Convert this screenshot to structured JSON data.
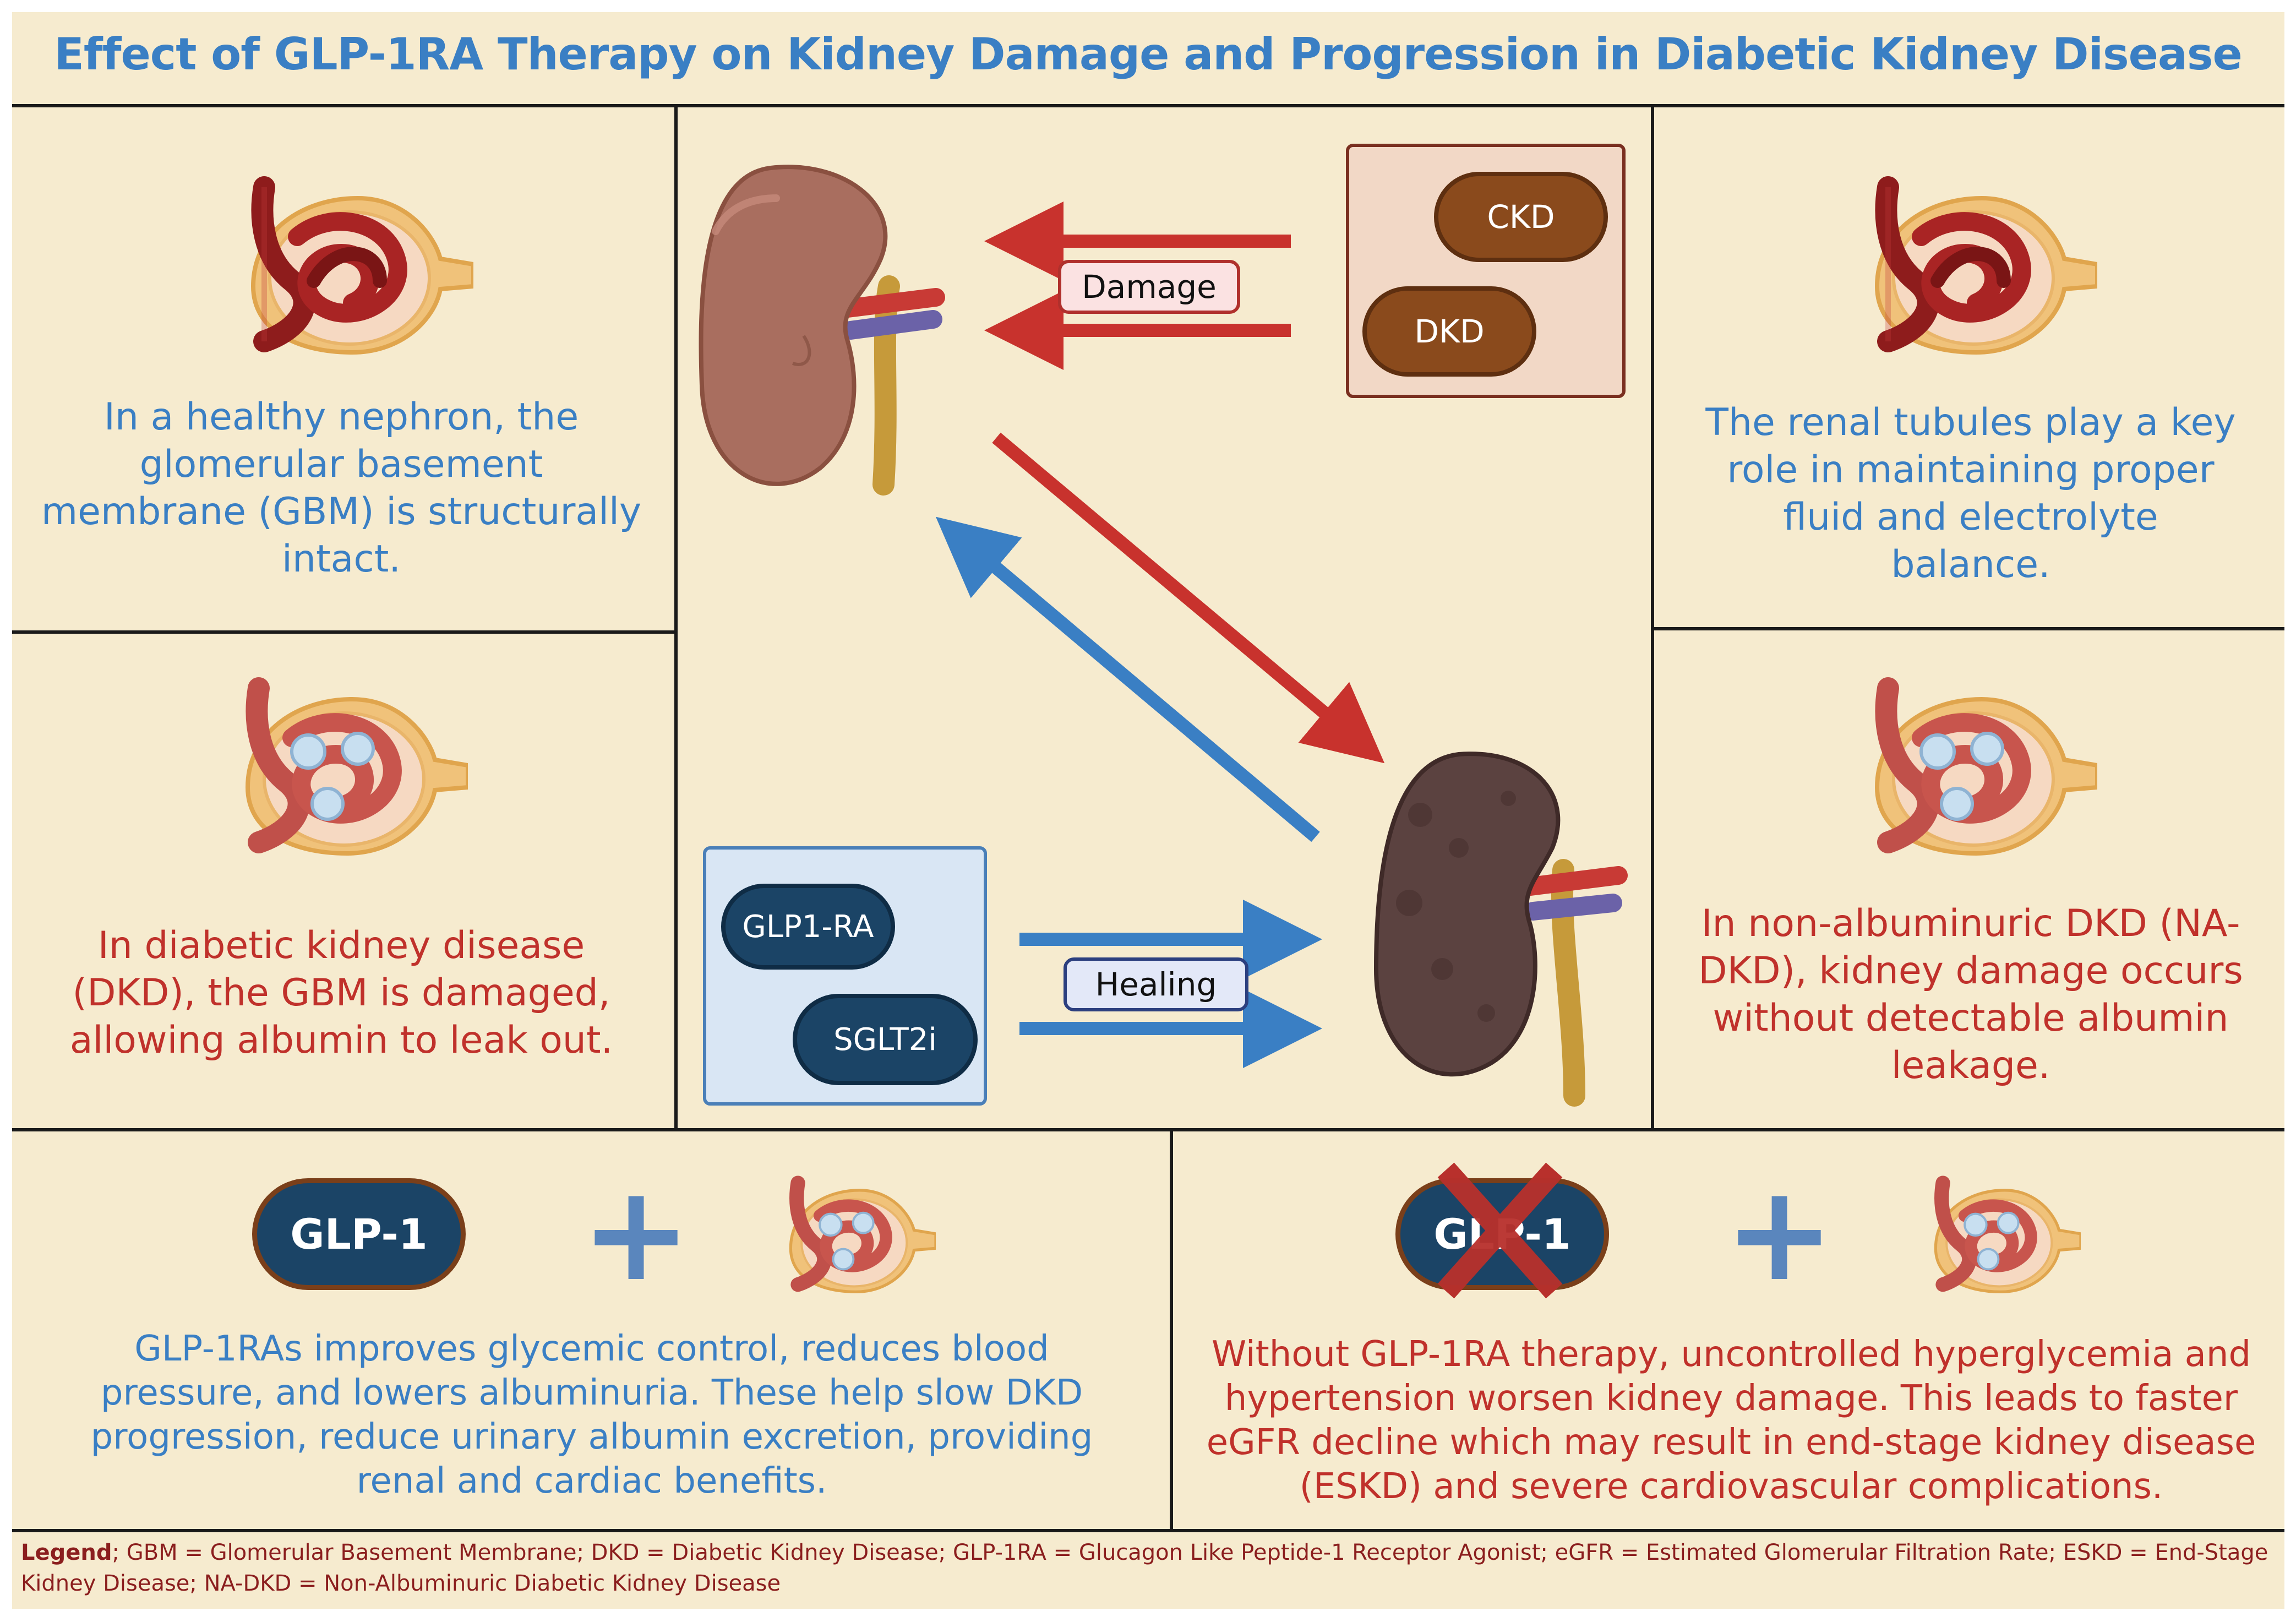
{
  "title": "Effect of GLP-1RA Therapy on Kidney Damage and Progression in Diabetic Kidney Disease",
  "colors": {
    "background": "#f6ebcf",
    "title_blue": "#3a7fc4",
    "text_red": "#c0312b",
    "damage_arrow": "#c8322d",
    "healing_arrow": "#3a7fc4",
    "divider": "#1a1a1a"
  },
  "panels": {
    "healthy": {
      "caption": [
        "In a healthy nephron, the",
        "glomerular basement",
        "membrane (GBM) is structurally",
        "intact."
      ],
      "icon": "nephron-healthy-icon"
    },
    "dkd": {
      "caption": [
        "In diabetic kidney disease",
        "(DKD), the GBM is damaged,",
        "allowing albumin to leak out."
      ],
      "icon": "nephron-damaged-icon"
    },
    "tubules": {
      "caption": [
        "The renal tubules play a key",
        "role in maintaining proper",
        "fluid and electrolyte",
        "balance."
      ],
      "icon": "nephron-healthy-icon"
    },
    "na_dkd": {
      "caption": [
        "In non-albuminuric DKD (NA-",
        "DKD), kidney damage occurs",
        "without detectable albumin",
        "leakage."
      ],
      "icon": "nephron-damaged-icon"
    }
  },
  "center": {
    "damage_label": "Damage",
    "healing_label": "Healing",
    "causes": [
      "CKD",
      "DKD"
    ],
    "treatments": [
      "GLP1-RA",
      "SGLT2i"
    ],
    "healthy_kidney_icon": "kidney-healthy-icon",
    "diseased_kidney_icon": "kidney-diseased-icon"
  },
  "bottom": {
    "left": {
      "pill": "GLP-1",
      "operator": "+",
      "caption": [
        "GLP-1RAs improves glycemic control, reduces blood",
        "pressure, and lowers albuminuria. These help slow DKD",
        "progression, reduce urinary albumin excretion, providing",
        "renal and cardiac benefits."
      ]
    },
    "right": {
      "pill": "GLP-1",
      "operator": "+",
      "cross_icon": "cross-out-icon",
      "caption": [
        "Without GLP-1RA therapy, uncontrolled hyperglycemia and",
        "hypertension worsen kidney damage. This leads to faster",
        "eGFR decline which may result in end-stage kidney disease",
        "(ESKD) and severe cardiovascular complications."
      ]
    }
  },
  "legend": {
    "label": "Legend",
    "text": "; GBM = Glomerular Basement Membrane; DKD = Diabetic Kidney Disease; GLP-1RA = Glucagon Like Peptide-1 Receptor Agonist; eGFR = Estimated Glomerular Filtration Rate; ESKD = End-Stage Kidney Disease; NA-DKD = Non-Albuminuric Diabetic Kidney Disease"
  }
}
